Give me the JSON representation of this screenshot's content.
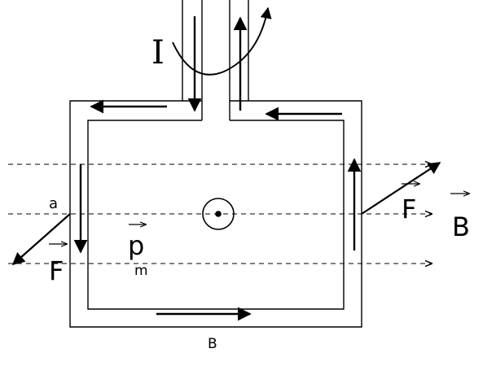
{
  "labels": {
    "current": "I",
    "corner_a": "a",
    "bottom_b": "B",
    "force_right": "F",
    "force_left": "F",
    "field": "B",
    "moment_main": "p",
    "moment_sub": "m"
  },
  "icons": {
    "out_of_page_symbol": "dot-in-circle",
    "vector_arrow": "right-arrow-over-letter"
  },
  "colors": {
    "ink": "#000000",
    "background": "#ffffff"
  }
}
